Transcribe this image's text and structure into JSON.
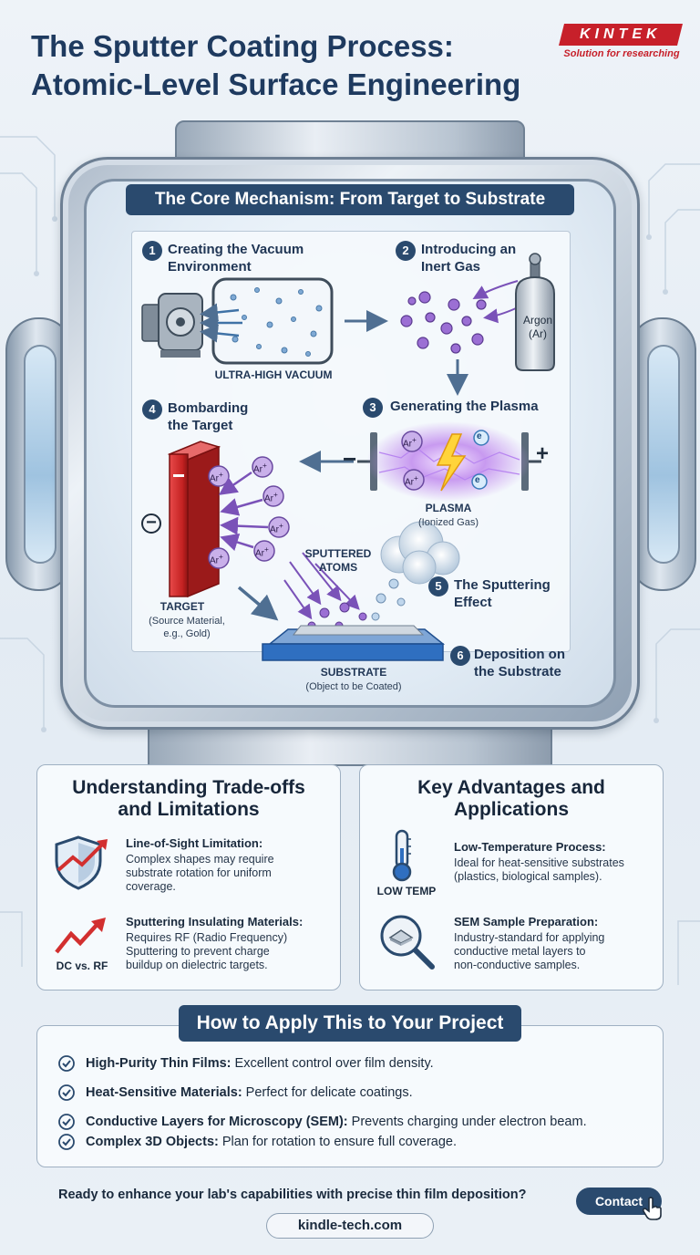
{
  "header": {
    "title_line1": "The Sputter Coating Process:",
    "title_line2": "Atomic-Level Surface Engineering",
    "logo_text": "KINTEK",
    "logo_tagline": "Solution for researching"
  },
  "chamber": {
    "banner": "The Core Mechanism: From Target to Substrate",
    "steps": [
      {
        "num": "1",
        "line1": "Creating the Vacuum",
        "line2": "Environment"
      },
      {
        "num": "2",
        "line1": "Introducing an",
        "line2": "Inert Gas"
      },
      {
        "num": "3",
        "line1": "Generating the Plasma",
        "line2": ""
      },
      {
        "num": "4",
        "line1": "Bombarding",
        "line2": "the Target"
      },
      {
        "num": "5",
        "line1": "The Sputtering",
        "line2": "Effect"
      },
      {
        "num": "6",
        "line1": "Deposition on",
        "line2": "the Substrate"
      }
    ],
    "vacuum_caption": "ULTRA-HIGH VACUUM",
    "cylinder_line1": "Argon",
    "cylinder_line2": "(Ar)",
    "plasma_caption": "PLASMA",
    "plasma_sub": "(Ionized Gas)",
    "minus": "−",
    "plus": "+",
    "cathode_sign": "−",
    "ion_label": "Ar",
    "ion_sup": "+",
    "electron_label": "e",
    "sputtered_line1": "SPUTTERED",
    "sputtered_line2": "ATOMS",
    "target_caption": "TARGET",
    "target_sub1": "(Source Material,",
    "target_sub2": "e.g., Gold)",
    "substrate_caption": "SUBSTRATE",
    "substrate_sub": "(Object to be Coated)"
  },
  "tradeoffs": {
    "title_line1": "Understanding Trade-offs",
    "title_line2": "and Limitations",
    "items": [
      {
        "title": "Line-of-Sight Limitation:",
        "line1": "Complex shapes may require",
        "line2": "substrate rotation for uniform",
        "line3": "coverage."
      },
      {
        "title": "Sputtering Insulating Materials:",
        "line1": "Requires RF (Radio Frequency)",
        "line2": "Sputtering to prevent charge",
        "line3": "buildup on dielectric targets."
      }
    ],
    "dc_rf_label": "DC vs. RF"
  },
  "advantages": {
    "title_line1": "Key Advantages and",
    "title_line2": "Applications",
    "items": [
      {
        "title": "Low-Temperature Process:",
        "line1": "Ideal for heat-sensitive substrates",
        "line2": "(plastics, biological samples).",
        "line3": ""
      },
      {
        "title": "SEM Sample Preparation:",
        "line1": "Industry-standard for applying",
        "line2": "conductive metal layers to",
        "line3": "non-conductive samples."
      }
    ],
    "low_temp_label": "LOW TEMP"
  },
  "apply": {
    "banner": "How to Apply This to Your Project",
    "items": [
      {
        "bold": "High-Purity Thin Films:",
        "text": " Excellent control over film density."
      },
      {
        "bold": "Heat-Sensitive Materials:",
        "text": " Perfect for delicate coatings."
      },
      {
        "bold": "Conductive Layers for Microscopy (SEM):",
        "text": " Prevents charging under electron beam."
      },
      {
        "bold": "Complex 3D Objects:",
        "text": " Plan for rotation to ensure full coverage."
      }
    ]
  },
  "footer": {
    "cta": "Ready to enhance your lab's capabilities with precise thin film deposition?",
    "contact_label": "Contact",
    "website": "kindle-tech.com"
  },
  "colors": {
    "navy": "#2a4a6e",
    "brand_red": "#c7202a",
    "argon_purple": "#8a5cc4",
    "target_red": "#d22f2f",
    "substrate_blue": "#2f6fc0"
  }
}
